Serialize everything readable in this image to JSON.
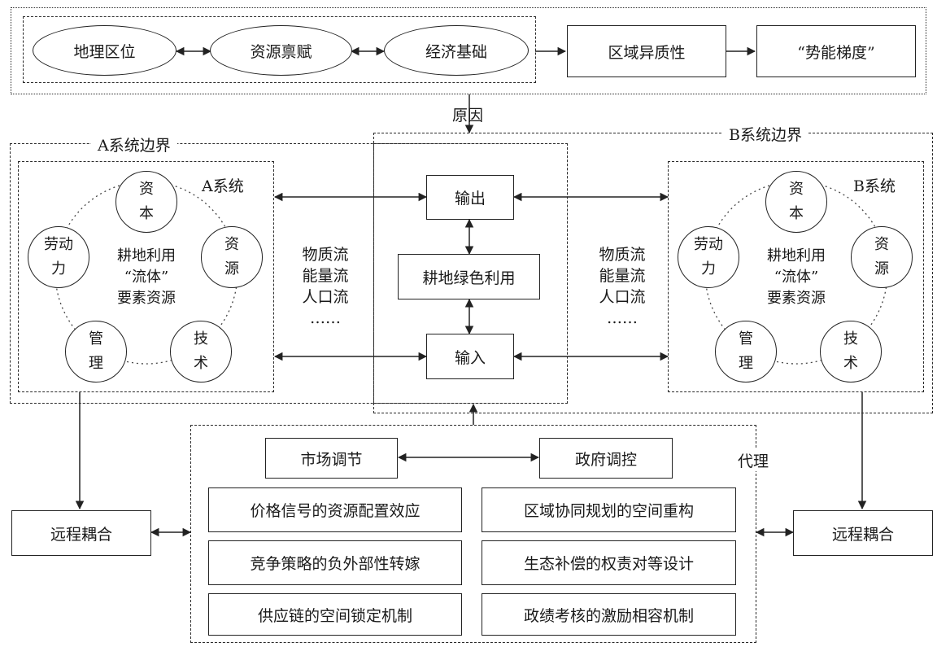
{
  "top": {
    "factors": [
      "地理区位",
      "资源禀赋",
      "经济基础"
    ],
    "heterogeneity": "区域异质性",
    "gradient": "“势能梯度”"
  },
  "cause_label": "原因",
  "a_boundary": "A系统边界",
  "b_boundary": "B系统边界",
  "a_system": {
    "title": "A系统",
    "nodes": [
      "资\n本",
      "资\n源",
      "技\n术",
      "管\n理",
      "劳动\n力"
    ],
    "center": "耕地利用\n“流体”\n要素资源"
  },
  "b_system": {
    "title": "B系统",
    "nodes": [
      "资\n本",
      "资\n源",
      "技\n术",
      "管\n理",
      "劳动\n力"
    ],
    "center": "耕地利用\n“流体”\n要素资源"
  },
  "flows": "物质流\n能量流\n人口流\n……",
  "center": {
    "output": "输出",
    "green_use": "耕地绿色利用",
    "input": "输入"
  },
  "agent": {
    "label": "代理",
    "market": "市场调节",
    "government": "政府调控",
    "market_items": [
      "价格信号的资源配置效应",
      "竞争策略的负外部性转嫁",
      "供应链的空间锁定机制"
    ],
    "gov_items": [
      "区域协同规划的空间重构",
      "生态补偿的权责对等设计",
      "政绩考核的激励相容机制"
    ]
  },
  "telecoupling": [
    "远程耦合",
    "远程耦合"
  ]
}
